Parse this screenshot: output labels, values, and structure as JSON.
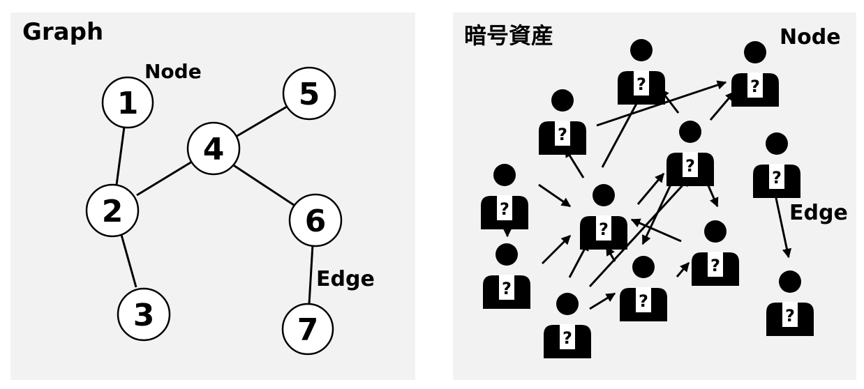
{
  "graph": {
    "title": "Graph",
    "node_label": "Node",
    "edge_label": "Edge",
    "nodes": [
      "1",
      "2",
      "3",
      "4",
      "5",
      "6",
      "7"
    ]
  },
  "crypto": {
    "title": "暗号資産",
    "node_label": "Node",
    "edge_label": "Edge",
    "person_glyph": "?"
  },
  "colors": {
    "panel_bg": "#f2f2f2",
    "stroke": "#000000",
    "node_fill": "#ffffff"
  }
}
